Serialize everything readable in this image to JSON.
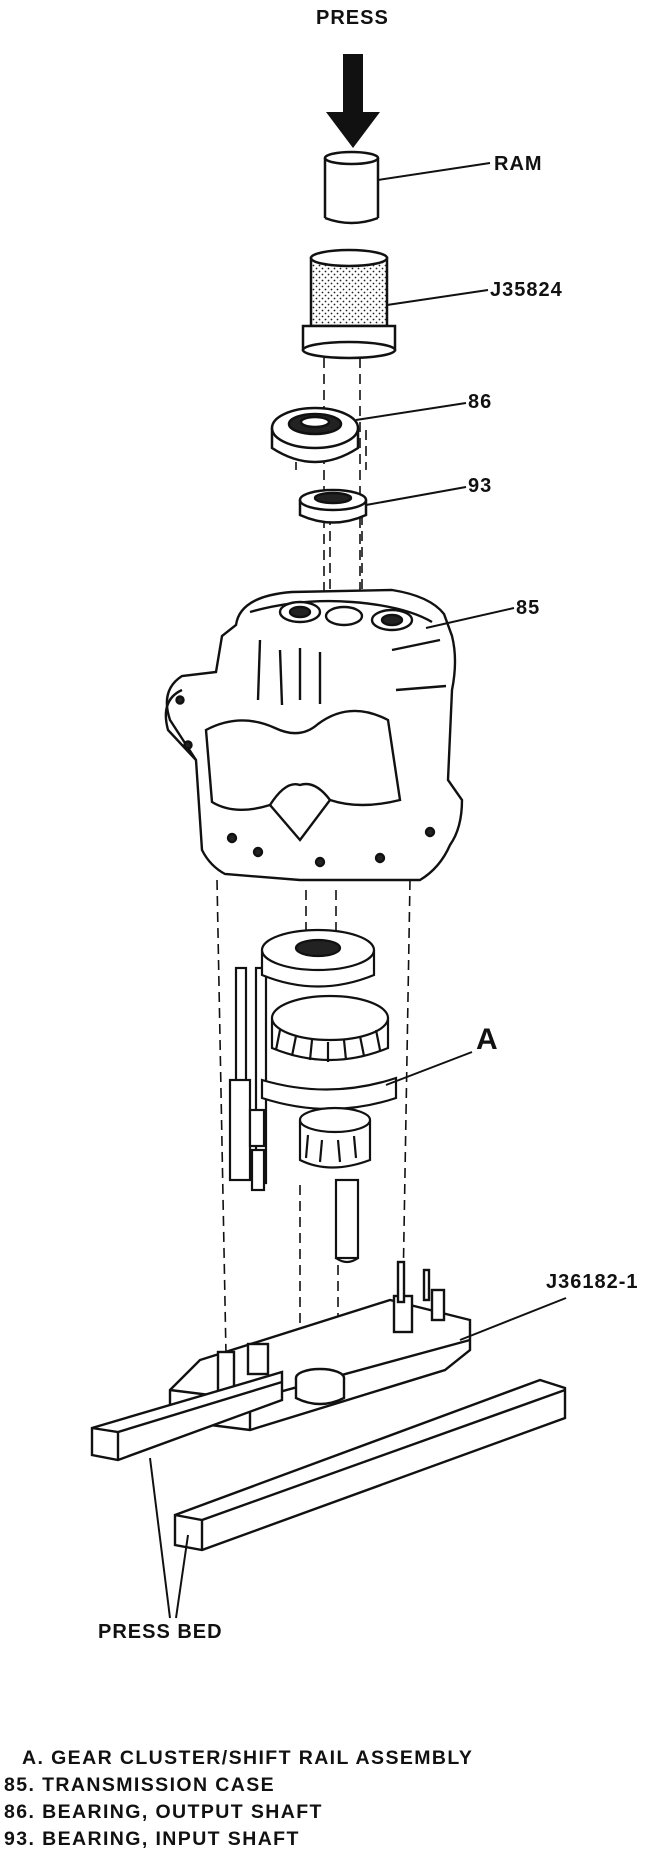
{
  "labels": {
    "press": "PRESS",
    "ram": "RAM",
    "tool_top": "J35824",
    "part_86": "86",
    "part_93": "93",
    "part_85": "85",
    "assembly_a": "A",
    "fixture": "J36182-1",
    "press_bed": "PRESS BED"
  },
  "legend": [
    "A. GEAR CLUSTER/SHIFT RAIL ASSEMBLY",
    "85. TRANSMISSION CASE",
    "86. BEARING, OUTPUT SHAFT",
    "93. BEARING, INPUT SHAFT"
  ]
}
